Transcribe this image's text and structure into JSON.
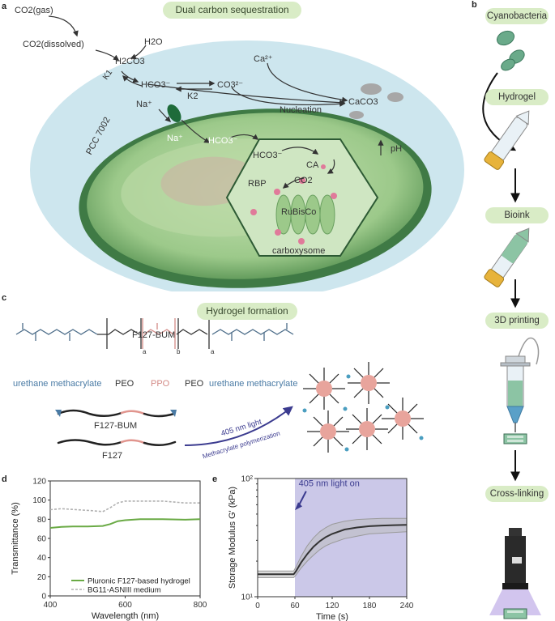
{
  "panels": {
    "a": "a",
    "b": "b",
    "c": "c",
    "d": "d",
    "e": "e"
  },
  "panel_a": {
    "title": "Dual carbon sequestration",
    "co2_gas": "CO2(gas)",
    "co2_dissolved": "CO2(dissolved)",
    "h2o": "H2O",
    "h2co3": "H2CO3",
    "k1": "K1",
    "hco3": "HCO3⁻",
    "k2": "K2",
    "co3": "CO3²⁻",
    "ca": "Ca²⁺",
    "nucleation": "Nucleation",
    "caco3": "CaCO3",
    "na_out": "Na⁺",
    "na_in": "Na⁺",
    "hco3_in": "HCO3⁻",
    "ph": "pH",
    "pcc": "PCC 7002",
    "hco3_cb": "HCO3⁻",
    "ca_enzyme": "CA",
    "co2_cb": "CO2",
    "rbp": "RBP",
    "rubisco": "RuBisCo",
    "carboxysome": "carboxysome"
  },
  "panel_b": {
    "steps": [
      "Cyanobacteria",
      "Hydrogel",
      "Bioink",
      "3D printing",
      "Cross-linking"
    ]
  },
  "panel_c": {
    "title": "Hydrogel formation",
    "f127bum_top": "F127-BUM",
    "urethane_left": "urethane methacrylate",
    "peo_left": "PEO",
    "ppo": "PPO",
    "peo_right": "PEO",
    "urethane_right": "urethane methacrylate",
    "sub_a": "a",
    "sub_b": "b",
    "f127bum_chain": "F127-BUM",
    "f127_chain": "F127",
    "arrow_top": "405 nm light",
    "arrow_bottom": "Methacrylate polymerization"
  },
  "panel_d": {
    "colors": {
      "hydrogel": "#6aaa45",
      "medium": "#b0b0b0"
    },
    "chart_data": {
      "type": "line",
      "xlabel": "Wavelength (nm)",
      "ylabel": "Transmittance (%)",
      "xlim": [
        400,
        800
      ],
      "ylim": [
        0,
        120
      ],
      "xticks": [
        400,
        600,
        800
      ],
      "yticks": [
        0,
        20,
        40,
        60,
        80,
        100,
        120
      ],
      "legend": "bottom-left",
      "series": [
        {
          "name": "Pluronic F127-based hydrogel",
          "style": "solid",
          "x": [
            400,
            430,
            460,
            500,
            540,
            560,
            580,
            600,
            640,
            700,
            760,
            800
          ],
          "y": [
            71,
            72,
            72.5,
            72.5,
            73,
            75,
            78,
            79,
            80,
            80,
            79.5,
            80
          ]
        },
        {
          "name": "BG11-ASNIII medium",
          "style": "dashed",
          "x": [
            400,
            430,
            470,
            510,
            540,
            560,
            580,
            600,
            640,
            700,
            760,
            800
          ],
          "y": [
            90,
            91,
            90,
            89,
            88,
            92,
            97,
            99,
            99,
            99,
            97,
            97
          ]
        }
      ]
    }
  },
  "panel_e": {
    "annotation": "405 nm light on",
    "colors": {
      "light": "#cbc8e8",
      "arrow": "#3b3b8f"
    },
    "chart_data": {
      "type": "line",
      "xlabel": "Time (s)",
      "ylabel": "Storage Modulus G' (kPa)",
      "xlim": [
        0,
        240
      ],
      "ylim": [
        10,
        100
      ],
      "yscale": "log",
      "xticks": [
        0,
        60,
        120,
        180,
        240
      ],
      "ytick_labels": [
        "10¹",
        "10²"
      ],
      "light_on_at": 60,
      "series": [
        {
          "name": "mean",
          "x": [
            0,
            58,
            62,
            70,
            80,
            90,
            100,
            110,
            120,
            140,
            160,
            180,
            200,
            220,
            240
          ],
          "y": [
            15.5,
            15.5,
            16.5,
            19.5,
            23,
            26.5,
            29.5,
            32,
            34,
            37,
            38.5,
            39.5,
            40,
            40.3,
            40.5
          ]
        },
        {
          "name": "upper",
          "x": [
            0,
            58,
            62,
            70,
            80,
            90,
            100,
            110,
            120,
            140,
            160,
            180,
            200,
            220,
            240
          ],
          "y": [
            16.5,
            16.5,
            18,
            22,
            27,
            31.5,
            35.5,
            38.5,
            41,
            43.5,
            45,
            45.5,
            46,
            46,
            46
          ]
        },
        {
          "name": "lower",
          "x": [
            0,
            58,
            62,
            70,
            80,
            90,
            100,
            110,
            120,
            140,
            160,
            180,
            200,
            220,
            240
          ],
          "y": [
            14.5,
            14.5,
            15.3,
            17.5,
            20,
            22.5,
            25,
            27,
            28.5,
            31,
            32.5,
            34,
            34.5,
            35,
            35.5
          ]
        }
      ]
    }
  }
}
